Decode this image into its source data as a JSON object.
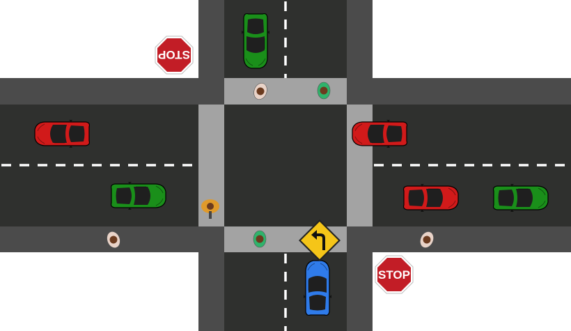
{
  "scene": {
    "type": "four-way intersection",
    "colors": {
      "road": "#2f302e",
      "sidewalk": "#4b4b4b",
      "crosswalk": "#a3a3a3",
      "lane_marking": "#ffffff",
      "stop_sign": "#c21d26",
      "warning_sign": "#f5c518",
      "car_red": "#d11a1a",
      "car_green": "#1a8f1a",
      "car_blue": "#2f7bea"
    }
  },
  "signs": {
    "stop_top": {
      "label": "STOP",
      "orientation": "upside-down"
    },
    "stop_bottom": {
      "label": "STOP",
      "orientation": "upright"
    },
    "turn_warning": {
      "icon": "left-turn-arrow-icon"
    }
  },
  "vehicles": [
    {
      "name": "car-green-north",
      "color": "green",
      "heading": "south"
    },
    {
      "name": "car-red-west-1",
      "color": "red",
      "heading": "west"
    },
    {
      "name": "car-green-west-2",
      "color": "green",
      "heading": "east"
    },
    {
      "name": "car-red-east-1",
      "color": "red",
      "heading": "west"
    },
    {
      "name": "car-red-east-2",
      "color": "red",
      "heading": "east"
    },
    {
      "name": "car-green-east-3",
      "color": "green",
      "heading": "east"
    },
    {
      "name": "car-blue-player",
      "color": "blue",
      "heading": "north"
    }
  ],
  "pedestrians": [
    {
      "name": "pedestrian-north-1",
      "shirt": "beige"
    },
    {
      "name": "pedestrian-north-2",
      "shirt": "green"
    },
    {
      "name": "pedestrian-west-crosswalk",
      "shirt": "orange"
    },
    {
      "name": "pedestrian-west-sidewalk",
      "shirt": "beige"
    },
    {
      "name": "pedestrian-south-crosswalk",
      "shirt": "green"
    },
    {
      "name": "pedestrian-east-sidewalk",
      "shirt": "beige"
    }
  ]
}
